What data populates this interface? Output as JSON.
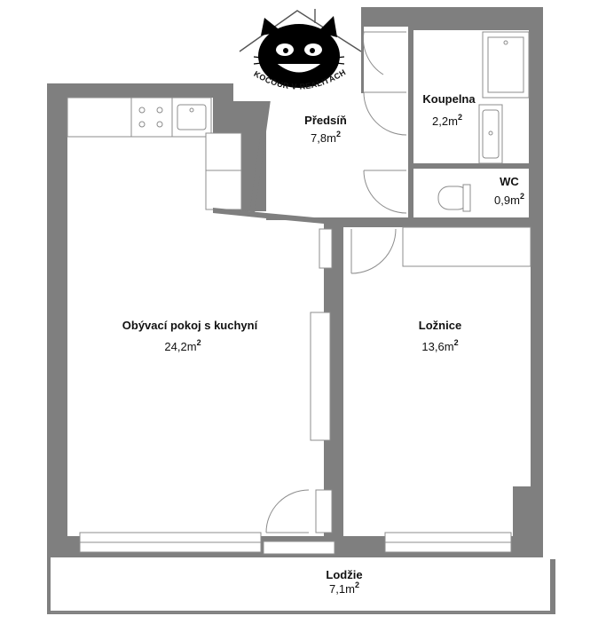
{
  "logo": {
    "text": "KOCOUR V REALITÁCH"
  },
  "area_unit": "m",
  "area_exponent": "2",
  "rooms": [
    {
      "id": "predsin",
      "name": "Předsíň",
      "area": "7,8"
    },
    {
      "id": "koupelna",
      "name": "Koupelna",
      "area": "2,2"
    },
    {
      "id": "wc",
      "name": "WC",
      "area": "0,9"
    },
    {
      "id": "obyvaci",
      "name": "Obývací pokoj s kuchyní",
      "area": "24,2"
    },
    {
      "id": "loznice",
      "name": "Ložnice",
      "area": "13,6"
    },
    {
      "id": "lodzie",
      "name": "Lodžie",
      "area": "7,1"
    }
  ],
  "colors": {
    "wall": "#7f7f7f",
    "line": "#8c8c8c",
    "logo_band": "#ffffff"
  }
}
